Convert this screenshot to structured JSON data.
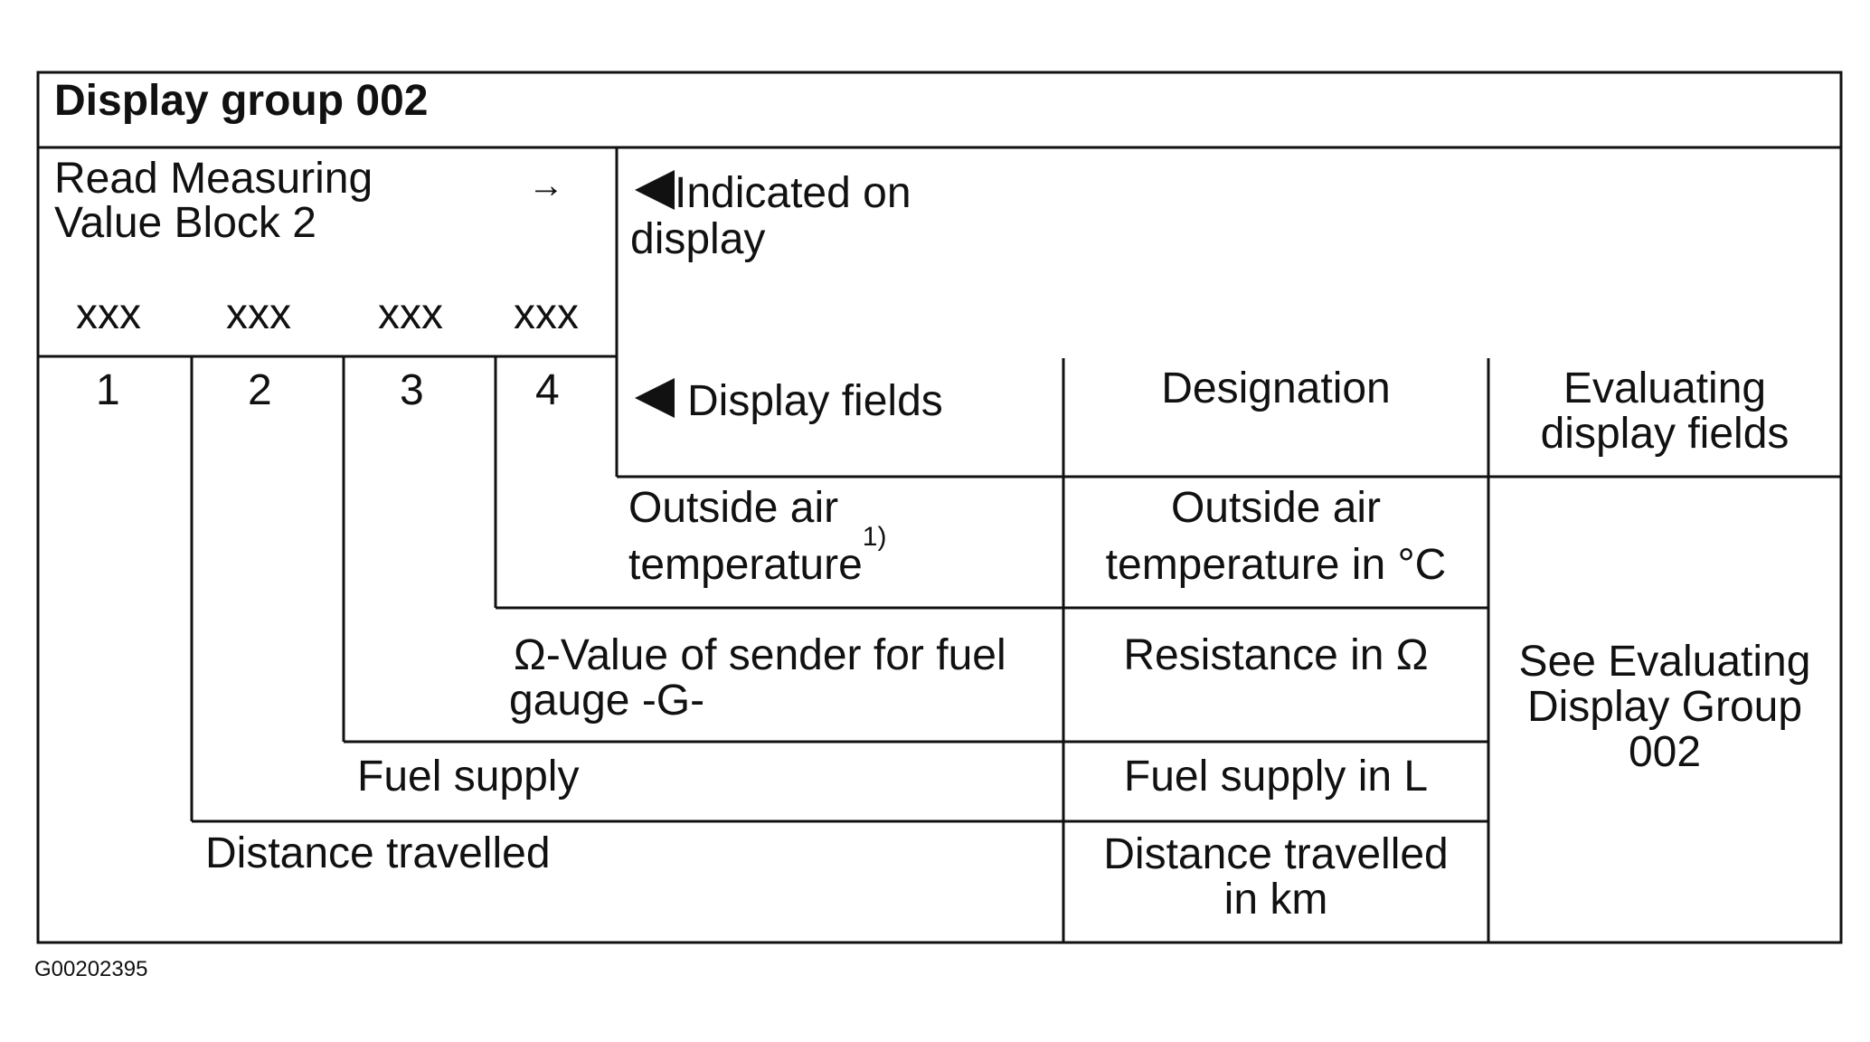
{
  "title": "Display group 002",
  "read_block": {
    "line1": "Read Measuring",
    "line2": "Value Block 2",
    "arrow": "→",
    "placeholders": [
      "xxx",
      "xxx",
      "xxx",
      "xxx"
    ],
    "field_numbers": [
      "1",
      "2",
      "3",
      "4"
    ]
  },
  "indicated": {
    "line1": "Indicated on",
    "line2": "display"
  },
  "headers": {
    "display_fields": "Display fields",
    "designation": "Designation",
    "evaluating_line1": "Evaluating",
    "evaluating_line2": "display fields"
  },
  "rows": [
    {
      "field": "4",
      "desc_line1": "Outside air",
      "desc_line2": "temperature",
      "footnote": "1)",
      "designation_line1": "Outside air",
      "designation_line2": "temperature in  °C"
    },
    {
      "field": "3",
      "desc_line1": "Ω-Value of sender for fuel",
      "desc_line2": "gauge -G-",
      "designation_line1": "Resistance in Ω"
    },
    {
      "field": "2",
      "desc_line1": "Fuel supply",
      "designation_line1": "Fuel supply in L"
    },
    {
      "field": "1",
      "desc_line1": "Distance travelled",
      "designation_line1": "Distance travelled",
      "designation_line2": "in km"
    }
  ],
  "evaluating_note": {
    "line1": "See Evaluating",
    "line2": "Display Group",
    "line3": "002"
  },
  "figure_id": "G00202395",
  "colors": {
    "line": "#111111",
    "background": "#ffffff"
  },
  "icons": {
    "indicator": "left-pointing-triangle-icon"
  }
}
